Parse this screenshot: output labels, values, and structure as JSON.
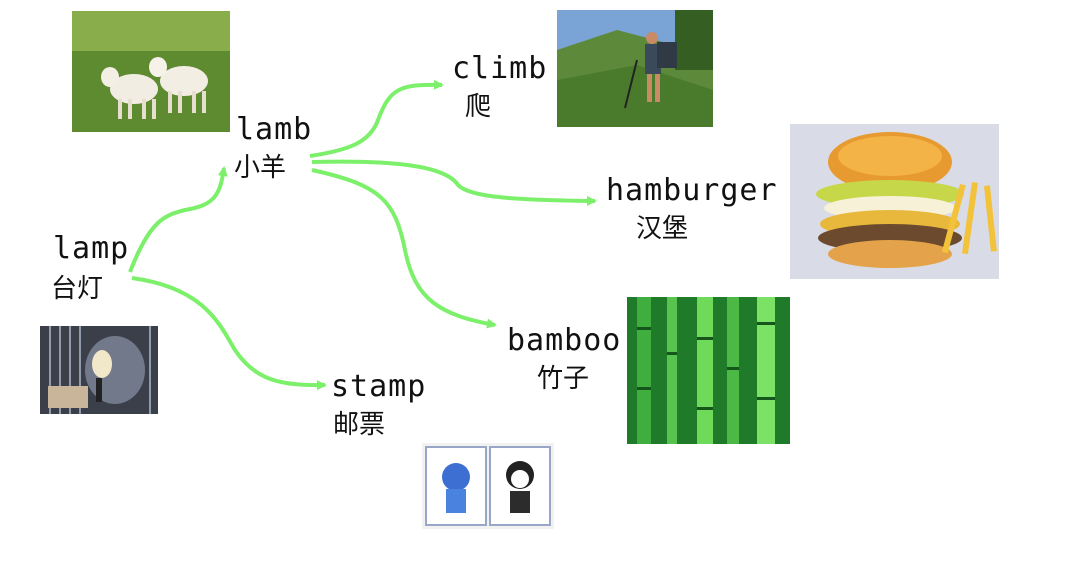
{
  "theme": {
    "arrow_color": "#7CF06A"
  },
  "nodes": {
    "lamp": {
      "en": "lamp",
      "cn": "台灯",
      "picture": "lamp-photo"
    },
    "lamb": {
      "en": "lamb",
      "cn": "小羊",
      "picture": "lamb-photo"
    },
    "climb": {
      "en": "climb",
      "cn": "爬",
      "picture": "hiker-photo"
    },
    "hamburger": {
      "en": "hamburger",
      "cn": "汉堡",
      "picture": "hamburger-photo"
    },
    "bamboo": {
      "en": "bamboo",
      "cn": "竹子",
      "picture": "bamboo-photo"
    },
    "stamp": {
      "en": "stamp",
      "cn": "邮票",
      "picture": "stamp-photo"
    }
  },
  "edges": [
    {
      "from": "lamp",
      "to": "lamb"
    },
    {
      "from": "lamp",
      "to": "stamp"
    },
    {
      "from": "lamb",
      "to": "climb"
    },
    {
      "from": "lamb",
      "to": "hamburger"
    },
    {
      "from": "lamb",
      "to": "bamboo"
    }
  ]
}
